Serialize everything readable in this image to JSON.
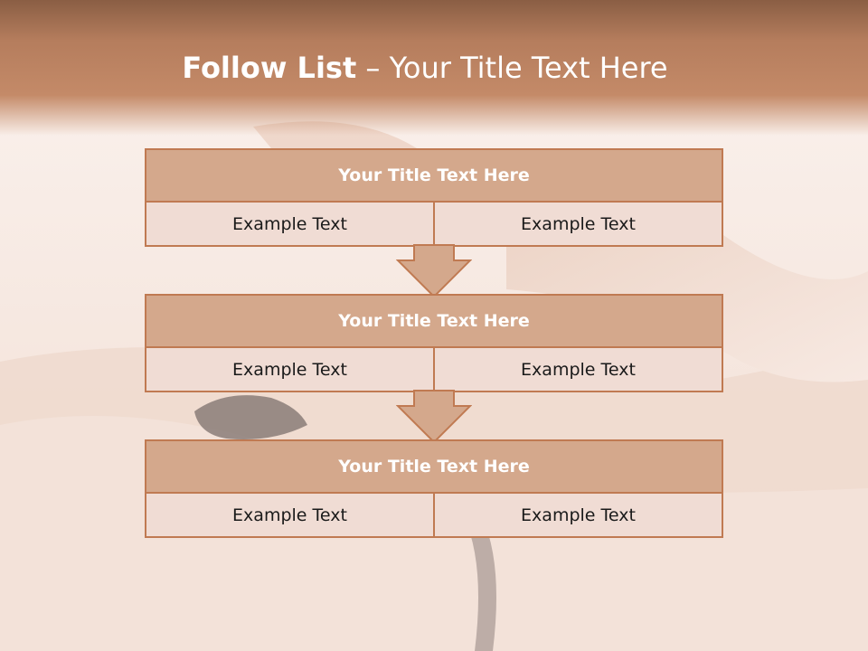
{
  "title": {
    "bold": "Follow List",
    "rest": " – Your Title Text Here"
  },
  "blocks": [
    {
      "heading": "Your Title Text Here",
      "left": "Example Text",
      "right": "Example Text"
    },
    {
      "heading": "Your Title Text Here",
      "left": "Example Text",
      "right": "Example Text"
    },
    {
      "heading": "Your Title Text Here",
      "left": "Example Text",
      "right": "Example Text"
    }
  ],
  "colors": {
    "header": "#c48a68",
    "box_border": "#c07a52",
    "box_heading": "#d4a88c",
    "box_body": "#f0dcd4"
  }
}
